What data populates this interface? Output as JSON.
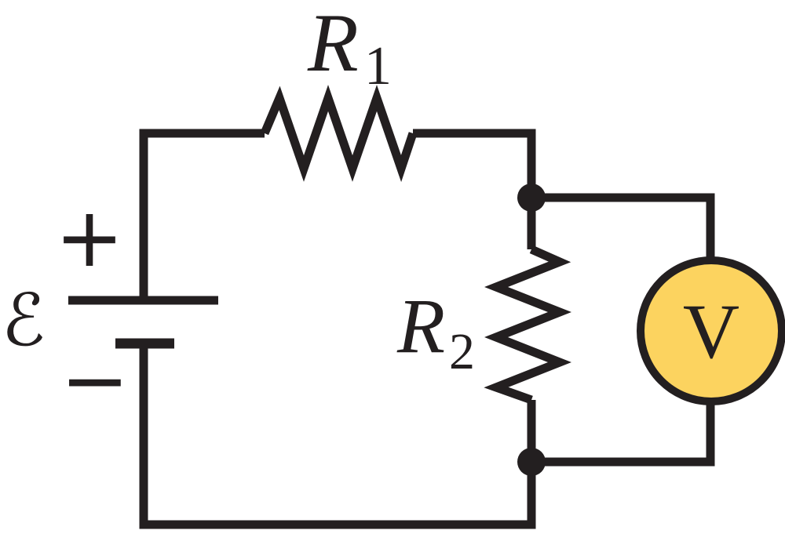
{
  "diagram": {
    "type": "circuit-diagram",
    "background": "#ffffff",
    "colors": {
      "ink": "#231f20",
      "voltmeter_fill": "#fcd35f"
    },
    "labels": {
      "emf": "ℰ",
      "battery_positive": "+",
      "battery_negative": "−",
      "r1_base": "R",
      "r1_sub": "1",
      "r2_base": "R",
      "r2_sub": "2",
      "voltmeter": "V"
    },
    "components": [
      {
        "name": "emf-source",
        "symbol": "battery-cell",
        "label": "ℰ",
        "note": "plus terminal on top plate, minus on bottom plate"
      },
      {
        "name": "resistor-r1",
        "symbol": "zigzag-resistor",
        "label": "R1",
        "note": "top branch, in series with source"
      },
      {
        "name": "resistor-r2",
        "symbol": "zigzag-resistor",
        "label": "R2",
        "note": "right vertical branch between two junction dots"
      },
      {
        "name": "voltmeter",
        "symbol": "circle-meter",
        "label": "V",
        "note": "connected in parallel across R2"
      }
    ]
  }
}
